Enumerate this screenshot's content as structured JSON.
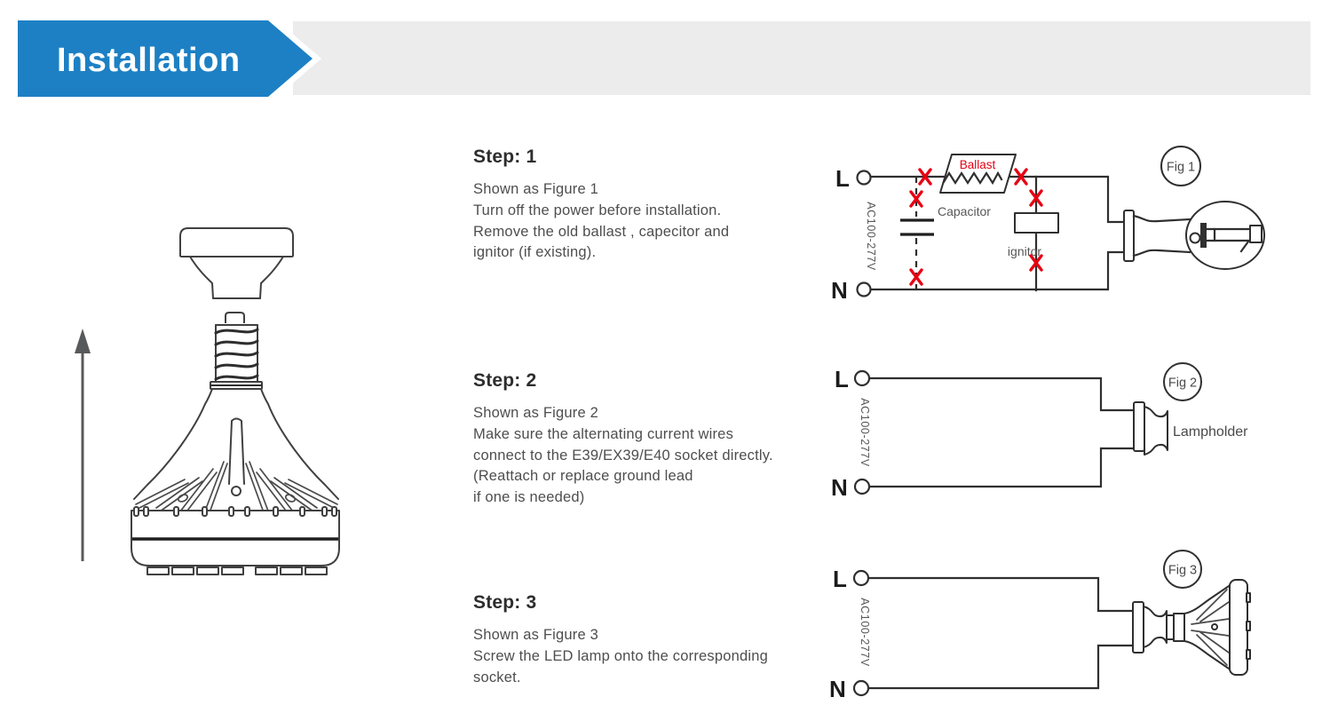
{
  "header": {
    "title": "Installation",
    "banner_color": "#1d80c4",
    "bar_color": "#ececec"
  },
  "steps": [
    {
      "title": "Step: 1",
      "lines": [
        "Shown as Figure 1",
        "Turn off the power before installation.",
        "Remove the old ballast , capecitor and",
        "ignitor (if existing)."
      ]
    },
    {
      "title": "Step: 2",
      "lines": [
        "Shown as Figure 2",
        "Make sure the alternating current wires",
        "connect to the E39/EX39/E40 socket directly.",
        "(Reattach or replace ground lead",
        "if one is needed)"
      ]
    },
    {
      "title": "Step: 3",
      "lines": [
        "Shown as Figure 3",
        "Screw the LED lamp onto the corresponding",
        "socket."
      ]
    }
  ],
  "figures": [
    {
      "label": "Fig 1",
      "live": "L",
      "neutral": "N",
      "voltage": "AC100-277V",
      "ballast_label": "Ballast",
      "capacitor_label": "Capacitor",
      "ignitor_label": "ignitor"
    },
    {
      "label": "Fig 2",
      "live": "L",
      "neutral": "N",
      "voltage": "AC100-277V",
      "lampholder_label": "Lampholder"
    },
    {
      "label": "Fig 3",
      "live": "L",
      "neutral": "N",
      "voltage": "AC100-277V"
    }
  ],
  "colors": {
    "accent_blue": "#1d80c4",
    "header_bar_gray": "#ececec",
    "removal_red": "#e60012",
    "line_dark": "#2f2f2f",
    "label_gray": "#595757"
  }
}
